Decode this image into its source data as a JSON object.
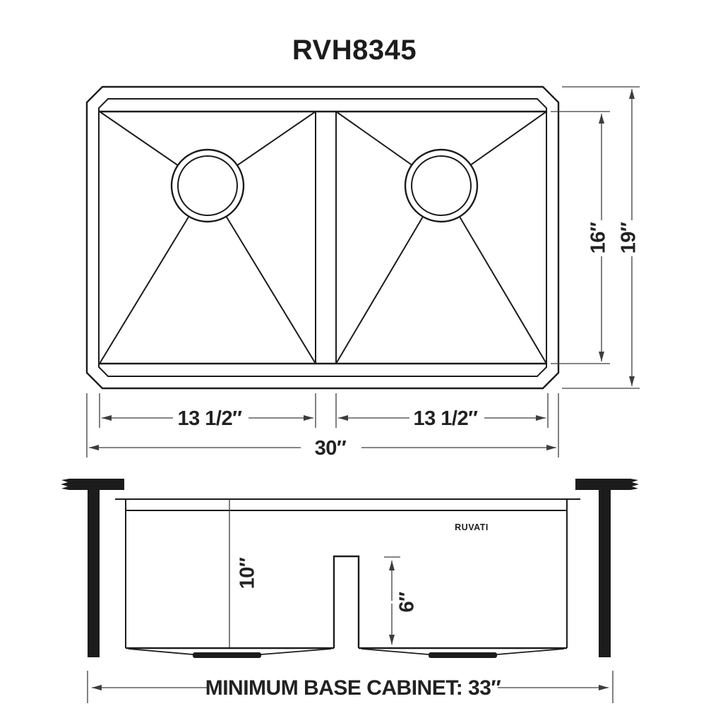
{
  "title": "RVH8345",
  "brand_logo": "RUVATI",
  "colors": {
    "ink": "#1c1c1c",
    "dim_line": "#3d3d3d",
    "background": "#ffffff"
  },
  "plan_view": {
    "description": "Top (plan) view of double-bowl undermount sink with chamfered-corner rim, X drain lines and round drains",
    "dims": {
      "inner_depth": "16″",
      "overall_depth": "19″",
      "left_bowl_width": "13 1/2″",
      "right_bowl_width": "13 1/2″",
      "overall_width": "30″"
    }
  },
  "front_view": {
    "description": "Front section view of sink hung between cabinet walls",
    "dims": {
      "bowl_depth": "10″",
      "divider_height": "6″"
    },
    "cabinet_note": "MINIMUM BASE CABINET: 33″"
  }
}
